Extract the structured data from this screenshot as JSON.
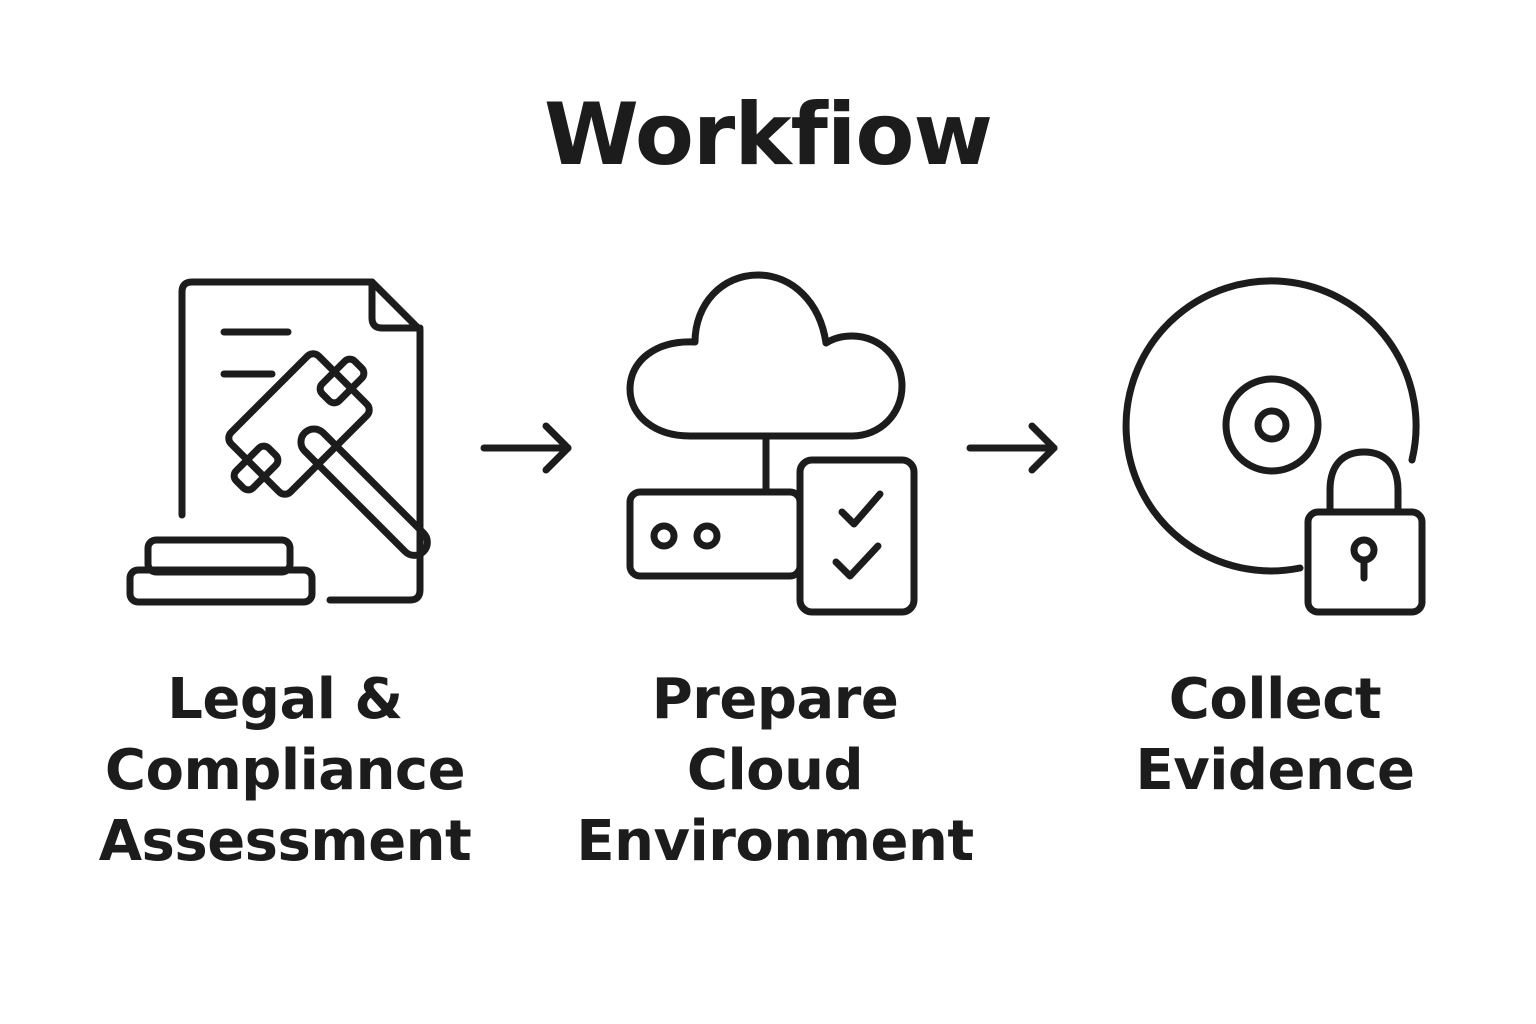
{
  "title": "Workfiow",
  "steps": [
    {
      "icon": "gavel-document-icon",
      "lines": [
        "Legal &",
        "Compliance",
        "Assessment"
      ]
    },
    {
      "icon": "cloud-server-checklist-icon",
      "lines": [
        "Prepare",
        "Cloud",
        "Environment"
      ]
    },
    {
      "icon": "disc-lock-icon",
      "lines": [
        "Collect",
        "Evidence"
      ]
    }
  ],
  "colors": {
    "stroke": "#1c1c1c",
    "background": "#ffffff"
  }
}
